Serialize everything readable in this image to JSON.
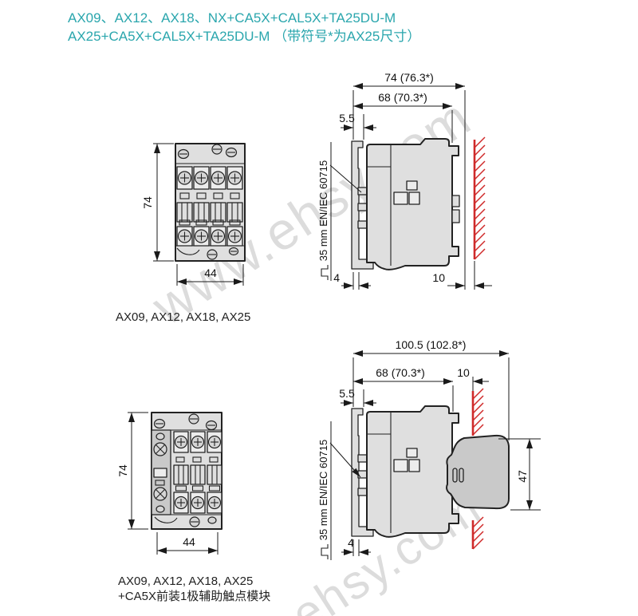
{
  "title": {
    "line1": "AX09、AX12、AX18、NX+CA5X+CAL5X+TA25DU-M",
    "line2": "AX25+CA5X+CAL5X+TA25DU-M （带符号*为AX25尺寸）"
  },
  "watermark": {
    "top": "www.ehsy.com",
    "bottom": "ehsy.com"
  },
  "figures": {
    "front1": {
      "caption": "AX09, AX12, AX18, AX25",
      "dims": {
        "height": "74",
        "width": "44"
      }
    },
    "side1": {
      "rail_label": "35 mm EN/IEC 60715",
      "dims": {
        "total_depth": "74 (76.3*)",
        "body_depth": "68 (70.3*)",
        "flange_offset": "5.5",
        "rail_depth": "4",
        "wall_gap": "10"
      }
    },
    "front2": {
      "caption_line1": "AX09, AX12, AX18, AX25",
      "caption_line2": "+CA5X前装1极辅助触点模块",
      "dims": {
        "height": "74",
        "width": "44"
      }
    },
    "side2": {
      "rail_label": "35 mm EN/IEC 60715",
      "dims": {
        "total_depth": "100.5 (102.8*)",
        "body_depth": "68 (70.3*)",
        "flange_offset": "5.5",
        "rail_depth": "4",
        "wall_gap": "10",
        "attachment_height": "47"
      }
    }
  },
  "colors": {
    "accent_teal": "#2aa6ad",
    "hatch_red": "#cf2a2a",
    "body_gray": "#dfdfdf",
    "attachment_gray": "#c9c9c9",
    "watermark_gray": "#dcdcdc"
  }
}
